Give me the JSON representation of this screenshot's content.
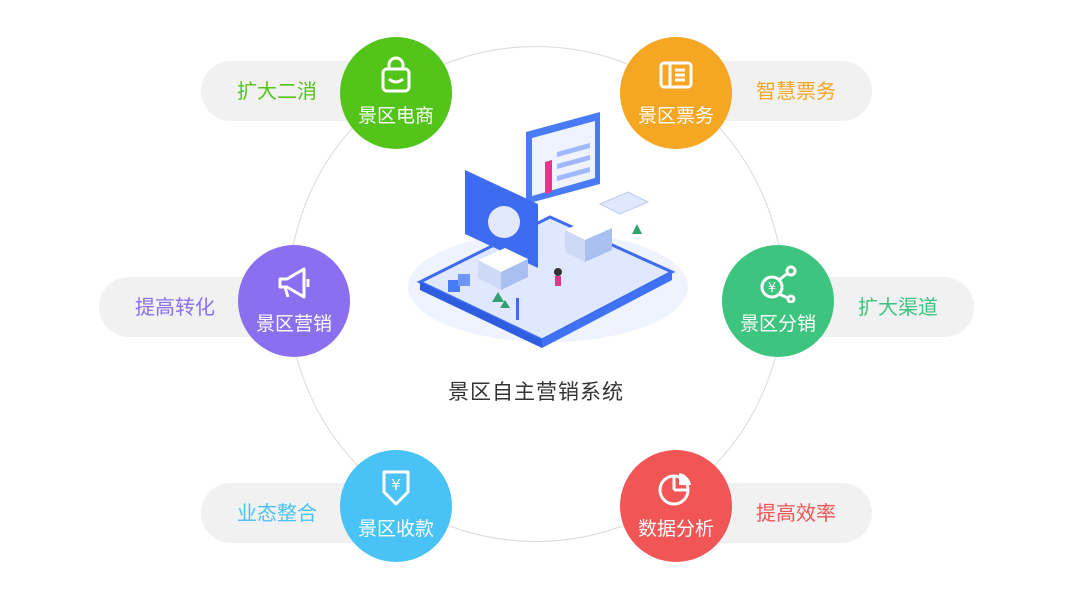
{
  "center": {
    "title": "景区自主营销系统"
  },
  "nodes": [
    {
      "id": "ecommerce",
      "label": "景区电商",
      "tag": "扩大二消",
      "color": "#52c41a",
      "icon": "shopping-bag-icon"
    },
    {
      "id": "ticketing",
      "label": "景区票务",
      "tag": "智慧票务",
      "color": "#f5a623",
      "icon": "ticket-icon"
    },
    {
      "id": "marketing",
      "label": "景区营销",
      "tag": "提高转化",
      "color": "#8a6ff0",
      "icon": "megaphone-icon"
    },
    {
      "id": "distribution",
      "label": "景区分销",
      "tag": "扩大渠道",
      "color": "#3dc47e",
      "icon": "share-yuan-icon"
    },
    {
      "id": "payment",
      "label": "景区收款",
      "tag": "业态整合",
      "color": "#49c2f5",
      "icon": "yuan-download-icon"
    },
    {
      "id": "analytics",
      "label": "数据分析",
      "tag": "提高效率",
      "color": "#f25555",
      "icon": "pie-chart-icon"
    }
  ]
}
